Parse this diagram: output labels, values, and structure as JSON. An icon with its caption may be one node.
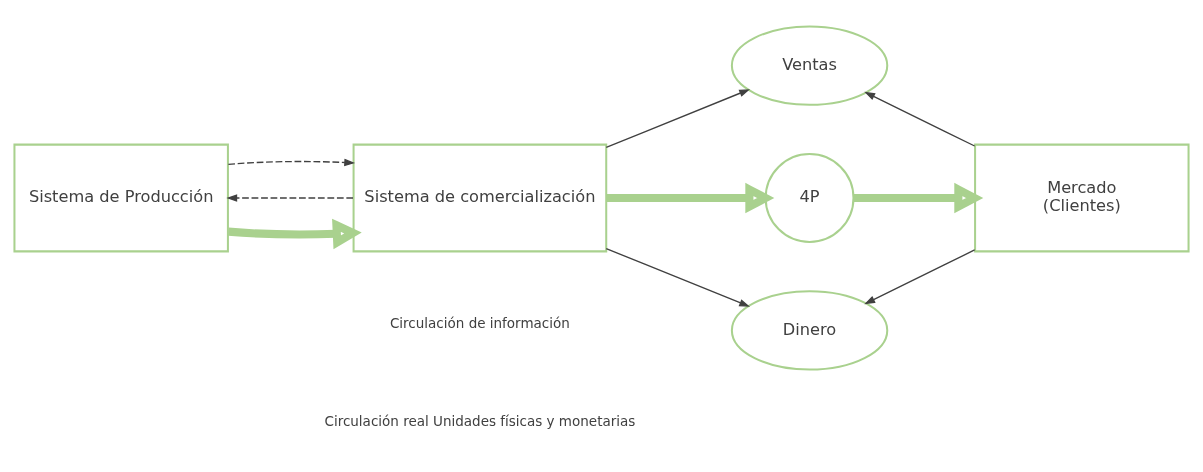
{
  "diagram": {
    "nodes": [
      {
        "text": [
          "Sistema de Producción"
        ]
      },
      {
        "text": [
          "Sistema de comercialización"
        ]
      },
      {
        "text": [
          "Ventas"
        ]
      },
      {
        "text": [
          "4P"
        ]
      },
      {
        "text": [
          "Mercado",
          "(Clientes)"
        ]
      },
      {
        "text": [
          "Dinero"
        ]
      }
    ],
    "edges": [
      {
        "from": 1,
        "to": 0,
        "arrow": "to",
        "style": "dashed"
      },
      {
        "from": 0,
        "to": 1,
        "arrow": "to",
        "style": "thick",
        "color": "#a9d18e"
      },
      {
        "from": 0,
        "to": 1,
        "arrow": "to",
        "style": "dashed"
      },
      {
        "from": 1,
        "to": 2,
        "arrow": "to"
      },
      {
        "from": 4,
        "to": 2,
        "arrow": "to"
      },
      {
        "from": 1,
        "to": 3,
        "arrow": "to",
        "style": "thick",
        "color": "#a9d18e"
      },
      {
        "from": 3,
        "to": 4,
        "arrow": "to",
        "style": "thick",
        "color": "#a9d18e"
      },
      {
        "from": 1,
        "to": 5,
        "arrow": "to"
      },
      {
        "from": 4,
        "to": 5,
        "arrow": "to"
      }
    ],
    "legend": [
      {
        "text": "Circulación de información"
      },
      {
        "text": "Circulación real Unidades físicas y monetarias"
      }
    ]
  }
}
